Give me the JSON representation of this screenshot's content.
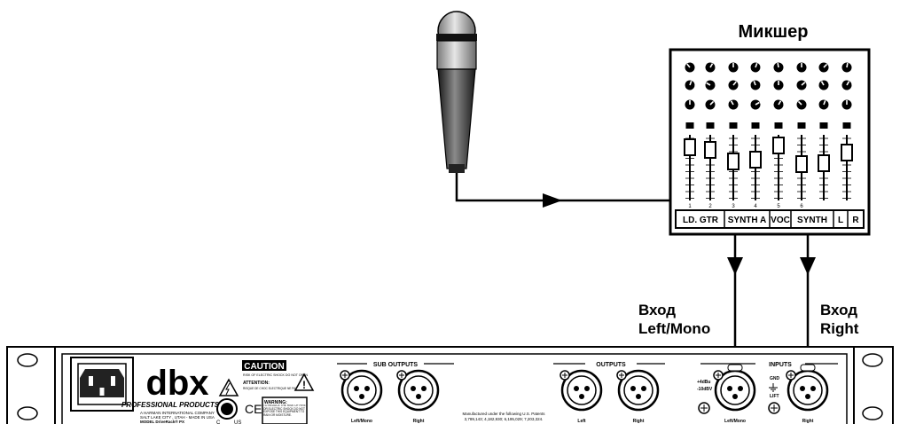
{
  "mixer": {
    "title": "Микшер",
    "channel_numbers": [
      "1",
      "2",
      "3",
      "4",
      "5",
      "6"
    ],
    "scribble_strip": [
      "LD. GTR",
      "SYNTH A",
      "VOC",
      "SYNTH",
      "L",
      "R"
    ]
  },
  "inputs": {
    "left_label_line1": "Вход",
    "left_label_line2": "Left/Mono",
    "right_label_line1": "Вход",
    "right_label_line2": "Right"
  },
  "rack": {
    "brand": "dbx",
    "brand_sub": "PROFESSIONAL PRODUCTS",
    "company_line1": "A HARMAN INTERNATIONAL COMPANY",
    "company_line2": "SALT LAKE CITY , UTAH - MADE IN USA",
    "model_line": "MODEL DriveRack® PX",
    "caution_title": "CAUTION",
    "caution_text": "RISK OF ELECTRIC SHOCK DO NOT OPEN",
    "attention_label": "ATTENTION:",
    "attention_text": "RISQUE DE CHOC ELECTRIQUE NE PAS OUVRIR",
    "warning_label": "WARNING:",
    "warning_text": "TO REDUCE THE RISK OF FIRE OR ELECTRIC SHOCK DO NOT EXPOSE THIS EQUIPMENT TO RAIN OR MOISTURE.",
    "sub_outputs_label": "SUB OUTPUTS",
    "outputs_label": "OUTPUTS",
    "inputs_label": "INPUTS",
    "patent_line1": "Manufactured under the following U.S. Patents",
    "patent_line2": "3,789,143; 4,182,930; 6,195,029; 7,203,324.",
    "sub_left_label": "Left/Mono",
    "sub_right_label": "Right",
    "out_left_label": "Left",
    "out_right_label": "Right",
    "in_left_label": "Left/Mono",
    "in_right_label": "Right",
    "level_hi": "+4dBu",
    "level_lo": "-10dBV",
    "gnd_label": "GND",
    "lift_label": "LIFT",
    "ce_mark": "CE",
    "us_mark": "US",
    "c_mark": "C"
  }
}
